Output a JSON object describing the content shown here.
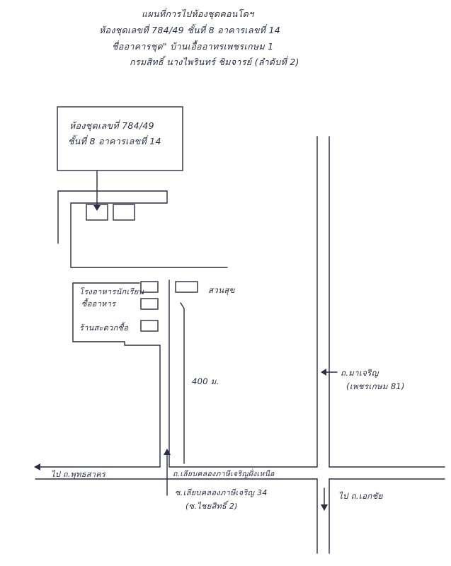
{
  "title": {
    "line1": "แผนที่การไปห้องชุดคอนโดฯ",
    "line2": "ห้องชุดเลขที่ 784/49 ชั้นที่ 8 อาคารเลขที่ 14",
    "line3": "ชื่ออาคารชุด\" บ้านเอื้ออาทรเพชรเกษม 1",
    "line4": "กรมสิทธิ์ นางไพรินทร์ ชิมจารย์ (ลำดับที่ 2)"
  },
  "box": {
    "line1": "ห้องชุดเลขที่ 784/49",
    "line2": "ชั้นที่ 8 อาคารเลขที่ 14"
  },
  "landmarks": {
    "restaurant_line1": "โรงอาหารนักเรียน",
    "restaurant_line2": "ซื้ออาหาร",
    "shop": "ร้านสะดวกซื้อ",
    "park": "สวนสุข"
  },
  "distance": "400 ม.",
  "roads": {
    "road_right_line1": "ถ.มาเจริญ",
    "road_right_line2": "(เพชรเกษม 81)",
    "to_buddha": "ไป ถ.พุทธสาคร",
    "canal_road": "ถ.เลียบคลองภาษีเจริญฝั่งเหนือ",
    "soi_line1": "ซ.เลียบคลองภาษีเจริญ 34",
    "soi_line2": "(ซ.ไชยสิทธิ์ 2)",
    "to_ekachai": "ไป ถ.เอกชัย"
  }
}
